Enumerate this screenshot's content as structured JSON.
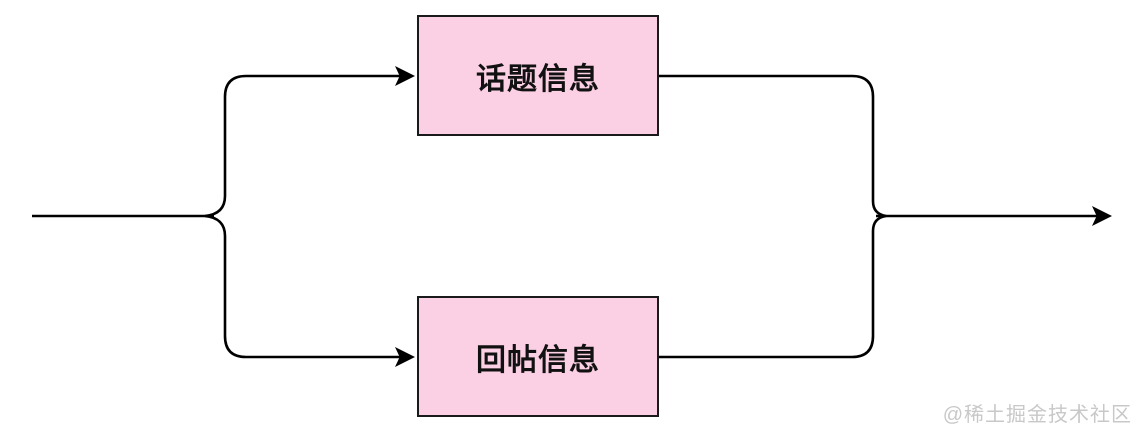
{
  "diagram": {
    "type": "flowchart-fork-join",
    "nodes": [
      {
        "id": "topic-info",
        "label": "话题信息"
      },
      {
        "id": "reply-info",
        "label": "回帖信息"
      }
    ],
    "edges": [
      {
        "from": "input",
        "to": "topic-info",
        "arrow": true
      },
      {
        "from": "input",
        "to": "reply-info",
        "arrow": true
      },
      {
        "from": "topic-info",
        "to": "output",
        "arrow": false
      },
      {
        "from": "reply-info",
        "to": "output",
        "arrow": false
      },
      {
        "from": "merge",
        "to": "output",
        "arrow": true
      }
    ],
    "watermark": "@稀土掘金技术社区",
    "colors": {
      "node_fill": "#fcd0e4",
      "node_border": "#1a1a1a",
      "line": "#000000",
      "watermark": "#c8c8c8",
      "background": "#ffffff"
    }
  }
}
